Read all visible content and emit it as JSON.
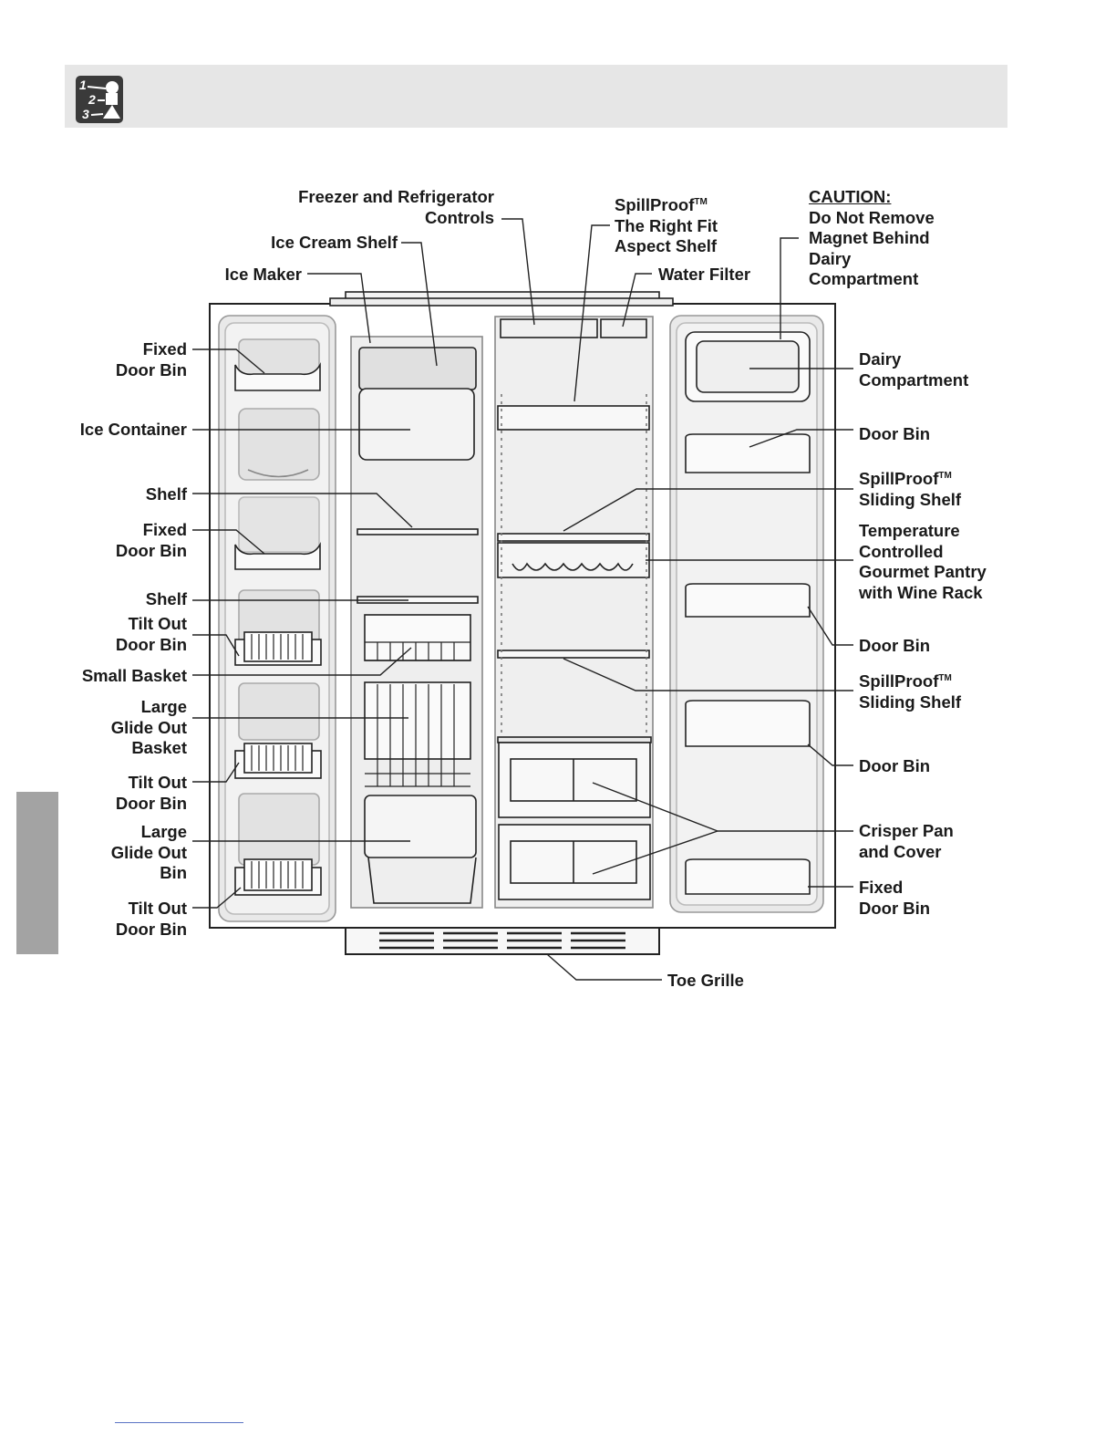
{
  "page": {
    "footer_link": ""
  },
  "icons": {
    "steps_icon": "numbered-steps-shapes-icon",
    "step_numbers": [
      "1",
      "2",
      "3"
    ]
  },
  "diagram": {
    "labels": {
      "freezer_controls": [
        "Freezer and Refrigerator",
        "Controls"
      ],
      "ice_cream_shelf": "Ice Cream Shelf",
      "ice_maker": "Ice Maker",
      "spillproof_aspect": [
        "SpillProof",
        "The Right Fit",
        "Aspect Shelf"
      ],
      "tm": "TM",
      "water_filter": "Water Filter",
      "caution_title": "CAUTION:",
      "caution_text": [
        "Do Not Remove",
        "Magnet Behind",
        "Dairy",
        "Compartment"
      ],
      "fixed_door_bin_1": [
        "Fixed",
        "Door Bin"
      ],
      "ice_container": "Ice Container",
      "shelf_1": "Shelf",
      "fixed_door_bin_2": [
        "Fixed",
        "Door Bin"
      ],
      "shelf_2": "Shelf",
      "tilt_out_door_bin_1": [
        "Tilt Out",
        "Door Bin"
      ],
      "small_basket": "Small Basket",
      "large_glide_out_basket": [
        "Large",
        "Glide Out",
        "Basket"
      ],
      "tilt_out_door_bin_2": [
        "Tilt Out",
        "Door Bin"
      ],
      "large_glide_out_bin": [
        "Large",
        "Glide Out",
        "Bin"
      ],
      "tilt_out_door_bin_3": [
        "Tilt Out",
        "Door Bin"
      ],
      "dairy_compartment": [
        "Dairy",
        "Compartment"
      ],
      "door_bin_1": "Door Bin",
      "spillproof_sliding_1": [
        "SpillProof",
        "Sliding Shelf"
      ],
      "temp_pantry": [
        "Temperature",
        "Controlled",
        "Gourmet Pantry",
        "with Wine Rack"
      ],
      "door_bin_2": "Door Bin",
      "spillproof_sliding_2": [
        "SpillProof",
        "Sliding Shelf"
      ],
      "door_bin_3": "Door Bin",
      "crisper_pan": [
        "Crisper Pan",
        "and Cover"
      ],
      "fixed_door_bin_3": [
        "Fixed",
        "Door Bin"
      ],
      "toe_grille": "Toe Grille"
    }
  },
  "colors": {
    "header_bar": "#e6e6e6",
    "side_tab": "#a3a3a3",
    "icon_bg": "#3a3a3a",
    "outline": "#222222"
  }
}
